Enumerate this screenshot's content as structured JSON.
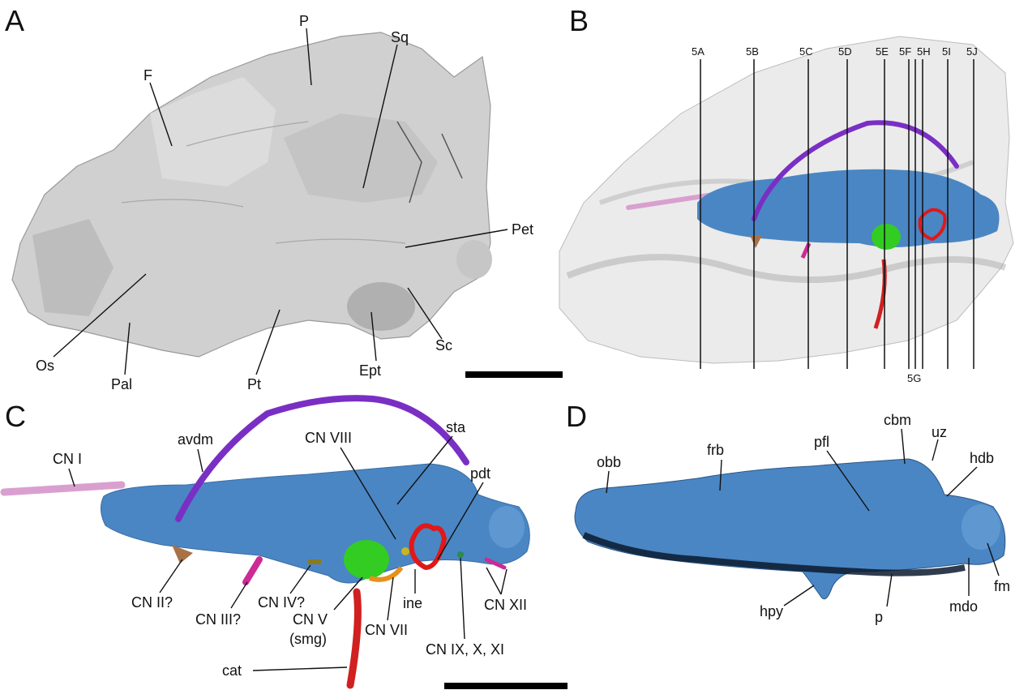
{
  "panels": {
    "A": {
      "label": "A",
      "labels": {
        "P": "P",
        "Sq": "Sq",
        "F": "F",
        "Pet": "Pet",
        "Os": "Os",
        "Pal": "Pal",
        "Pt": "Pt",
        "Ept": "Ept",
        "Sc": "Sc"
      }
    },
    "B": {
      "label": "B",
      "cuts": [
        "5A",
        "5B",
        "5C",
        "5D",
        "5E",
        "5F",
        "5H",
        "5I",
        "5J"
      ],
      "cut_bottom": "5G"
    },
    "C": {
      "label": "C",
      "labels": {
        "cn1": "CN I",
        "avdm": "avdm",
        "cn8": "CN VIII",
        "sta": "sta",
        "pdt": "pdt",
        "cn2": "CN II?",
        "cn3": "CN III?",
        "cn4": "CN IV?",
        "cn5": "CN V",
        "smg": "(smg)",
        "cn7": "CN VII",
        "ine": "ine",
        "cn9": "CN IX, X, XI",
        "cn12": "CN XII",
        "cat": "cat"
      }
    },
    "D": {
      "label": "D",
      "labels": {
        "obb": "obb",
        "frb": "frb",
        "pfl": "pfl",
        "cbm": "cbm",
        "uz": "uz",
        "hdb": "hdb",
        "fm": "fm",
        "mdo": "mdo",
        "p": "p",
        "hpy": "hpy"
      }
    }
  },
  "colors": {
    "brain": "#4a86c4",
    "olfactory": "#d9a0cf",
    "avdm": "#7a2fc4",
    "cat": "#d02020",
    "trigeminal": "#33cc22",
    "cn2": "#a87248",
    "cn3": "#cc2a94",
    "cn7": "#e8901a",
    "inner_ear": "#e01818",
    "bone": "#d0d0d0"
  }
}
